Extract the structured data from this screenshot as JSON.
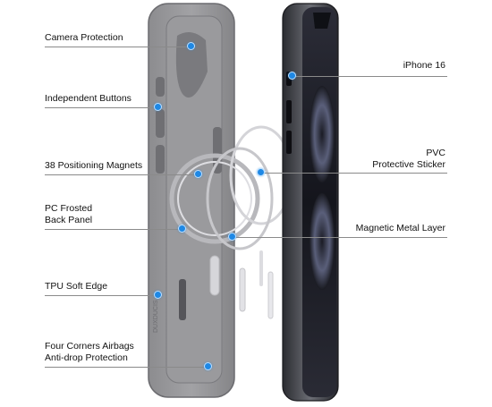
{
  "labels": {
    "camera_protection": "Camera Protection",
    "independent_buttons": "Independent Buttons",
    "positioning_magnets": "38 Positioning Magnets",
    "pc_frosted_line1": "PC Frosted",
    "pc_frosted_line2": "Back Panel",
    "tpu_soft_edge": "TPU Soft Edge",
    "airbags_line1": "Four Corners Airbags",
    "airbags_line2": "Anti-drop Protection",
    "iphone": "iPhone 16",
    "pvc_line1": "PVC",
    "pvc_line2": "Protective Sticker",
    "magnetic_layer": "Magnetic Metal Layer"
  },
  "case_brand_text": "DUXDUCIS",
  "colors": {
    "marker": "#1e88e5",
    "leader": "#8a8a8a",
    "case_gray": "#7d7d80",
    "phone_dark": "#1c1d22"
  }
}
